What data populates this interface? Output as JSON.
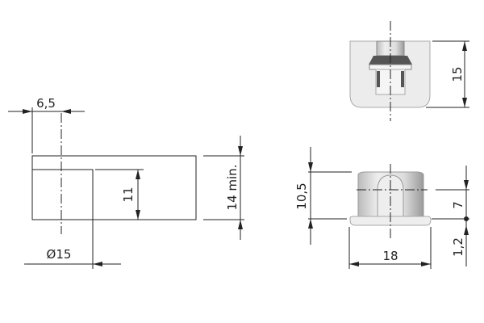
{
  "drawing": {
    "hole_section": {
      "dim_offset": "6,5",
      "dim_depth": "11",
      "dim_thickness": "14 min.",
      "dim_diameter": "Ø15"
    },
    "top_view": {
      "dim_height": "15"
    },
    "side_view": {
      "dim_height": "10,5",
      "dim_center": "7",
      "dim_flange": "1,2",
      "dim_width": "18"
    }
  },
  "colors": {
    "line": "#222222",
    "part_fill": "#e8e8e8",
    "part_dark": "#555555",
    "hatch": "#999999"
  }
}
